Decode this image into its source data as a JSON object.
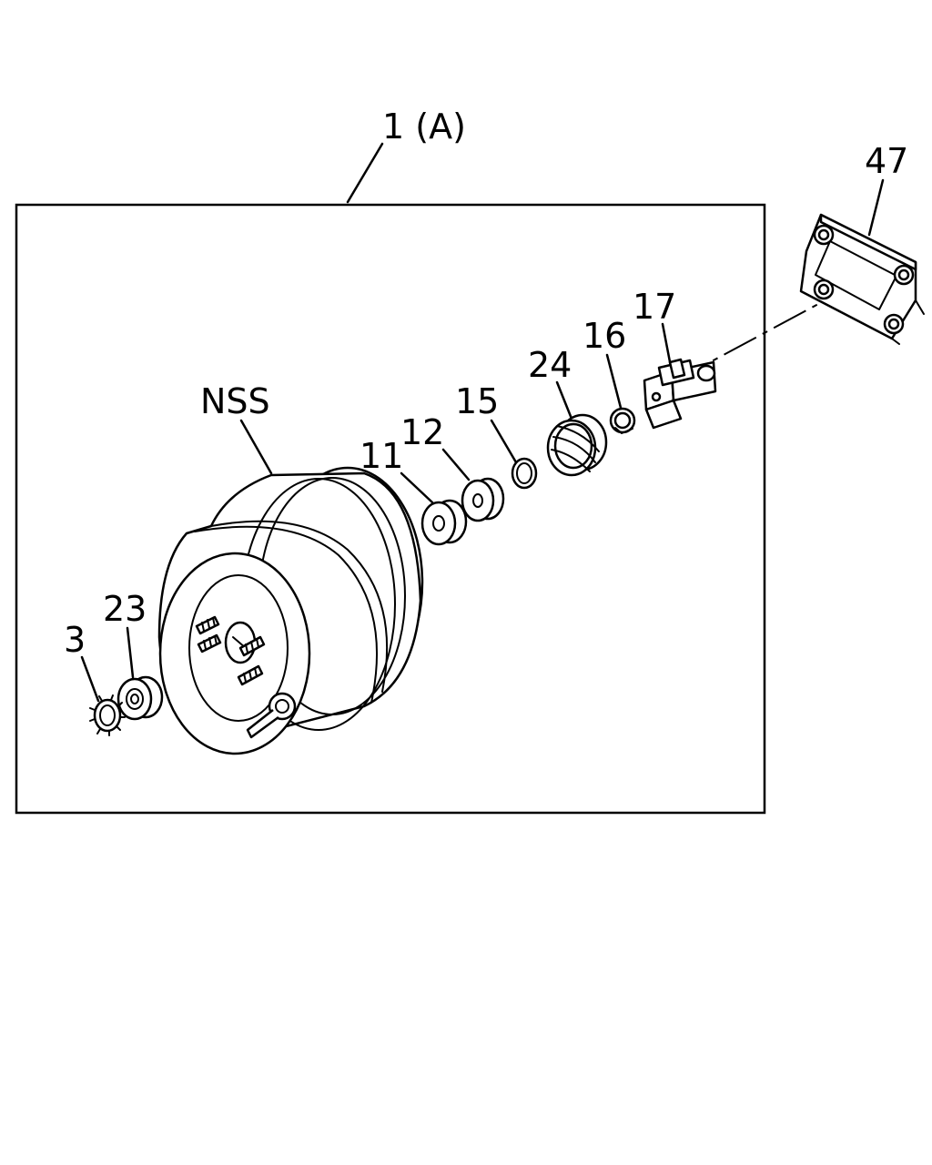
{
  "labels": {
    "assembly": "1 (A)",
    "p47": "47",
    "p17": "17",
    "p16": "16",
    "p24": "24",
    "p15": "15",
    "p12": "12",
    "p11": "11",
    "nss": "NSS",
    "p23": "23",
    "p3": "3"
  }
}
